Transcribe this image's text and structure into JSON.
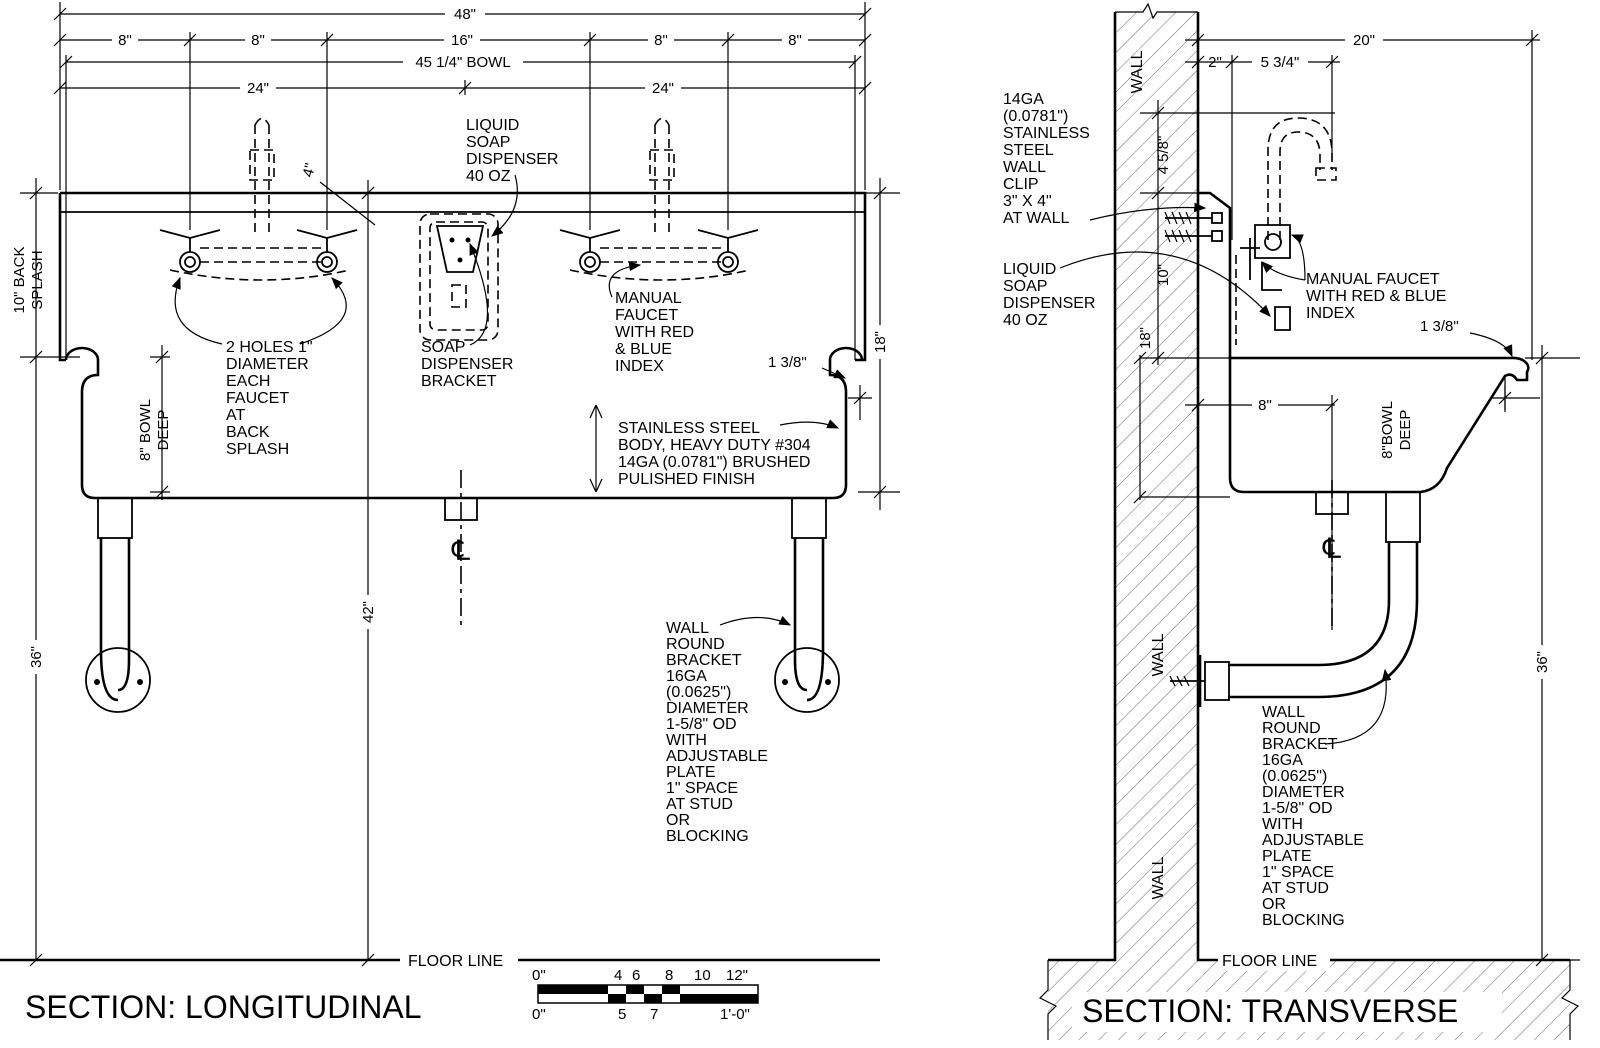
{
  "longitudinal": {
    "title": "SECTION: LONGITUDINAL",
    "dims": {
      "overall": "48\"",
      "d8a": "8\"",
      "d8b": "8\"",
      "d16": "16\"",
      "d8c": "8\"",
      "d8d": "8\"",
      "bowl": "45 1/4\" BOWL",
      "h24a": "24\"",
      "h24b": "24\"",
      "d4": "4\"",
      "d18": "18\"",
      "d13_8": "1 3/8\"",
      "d36": "36\"",
      "d42": "42\""
    },
    "labels": {
      "backsplash": [
        "10\" BACK",
        "SPLASH"
      ],
      "bowldeep": [
        "8\" BOWL",
        "DEEP"
      ],
      "soap": [
        "LIQUID",
        "SOAP",
        "DISPENSER",
        "40 OZ"
      ],
      "holes": [
        "2 HOLES 1\"",
        "DIAMETER",
        "EACH",
        "FAUCET",
        "AT",
        "BACK",
        "SPLASH"
      ],
      "bracket": [
        "SOAP",
        "DISPENSER",
        "BRACKET"
      ],
      "faucet": [
        "MANUAL",
        "FAUCET",
        "WITH RED",
        "& BLUE",
        "INDEX"
      ],
      "steel": [
        "STAINLESS STEEL",
        "BODY, HEAVY DUTY #304",
        "14GA (0.0781\") BRUSHED",
        "PULISHED FINISH"
      ],
      "wallbracket": [
        "WALL",
        "ROUND",
        "BRACKET",
        "16GA",
        "(0.0625\")",
        "DIAMETER",
        "1-5/8\" OD",
        "WITH",
        "ADJUSTABLE",
        "PLATE",
        "1\" SPACE",
        "AT STUD",
        "OR",
        "BLOCKING"
      ],
      "floor": "FLOOR LINE"
    },
    "scale": {
      "top": [
        "0\"",
        "4",
        "6",
        "8",
        "10",
        "12\""
      ],
      "bottom": [
        "0\"",
        "5",
        "7",
        "1'-0\""
      ]
    }
  },
  "transverse": {
    "title": "SECTION: TRANSVERSE",
    "dims": {
      "d20": "20\"",
      "d2": "2\"",
      "d5_34": "5 3/4\"",
      "d4_58": "4 5/8\"",
      "d10": "10\"",
      "d18": "18\"",
      "d13_8": "1 3/8\"",
      "d8": "8\"",
      "d36": "36\""
    },
    "labels": {
      "wall1": "WALL",
      "wall2": "WALL",
      "wall3": "WALL",
      "clip": [
        "14GA",
        "(0.0781\")",
        "STAINLESS",
        "STEEL",
        "WALL",
        "CLIP",
        "3\" X 4\"",
        "AT WALL"
      ],
      "soap": [
        "LIQUID",
        "SOAP",
        "DISPENSER",
        "40 OZ"
      ],
      "faucet": [
        "MANUAL FAUCET",
        "WITH RED & BLUE",
        "INDEX"
      ],
      "bowldeep": [
        "8\"BOWL",
        "DEEP"
      ],
      "wallbracket": [
        "WALL",
        "ROUND",
        "BRACKET",
        "16GA",
        "(0.0625\")",
        "DIAMETER",
        "1-5/8\" OD",
        "WITH",
        "ADJUSTABLE",
        "PLATE",
        "1\" SPACE",
        "AT STUD",
        "OR",
        "BLOCKING"
      ],
      "floor": "FLOOR LINE"
    }
  }
}
